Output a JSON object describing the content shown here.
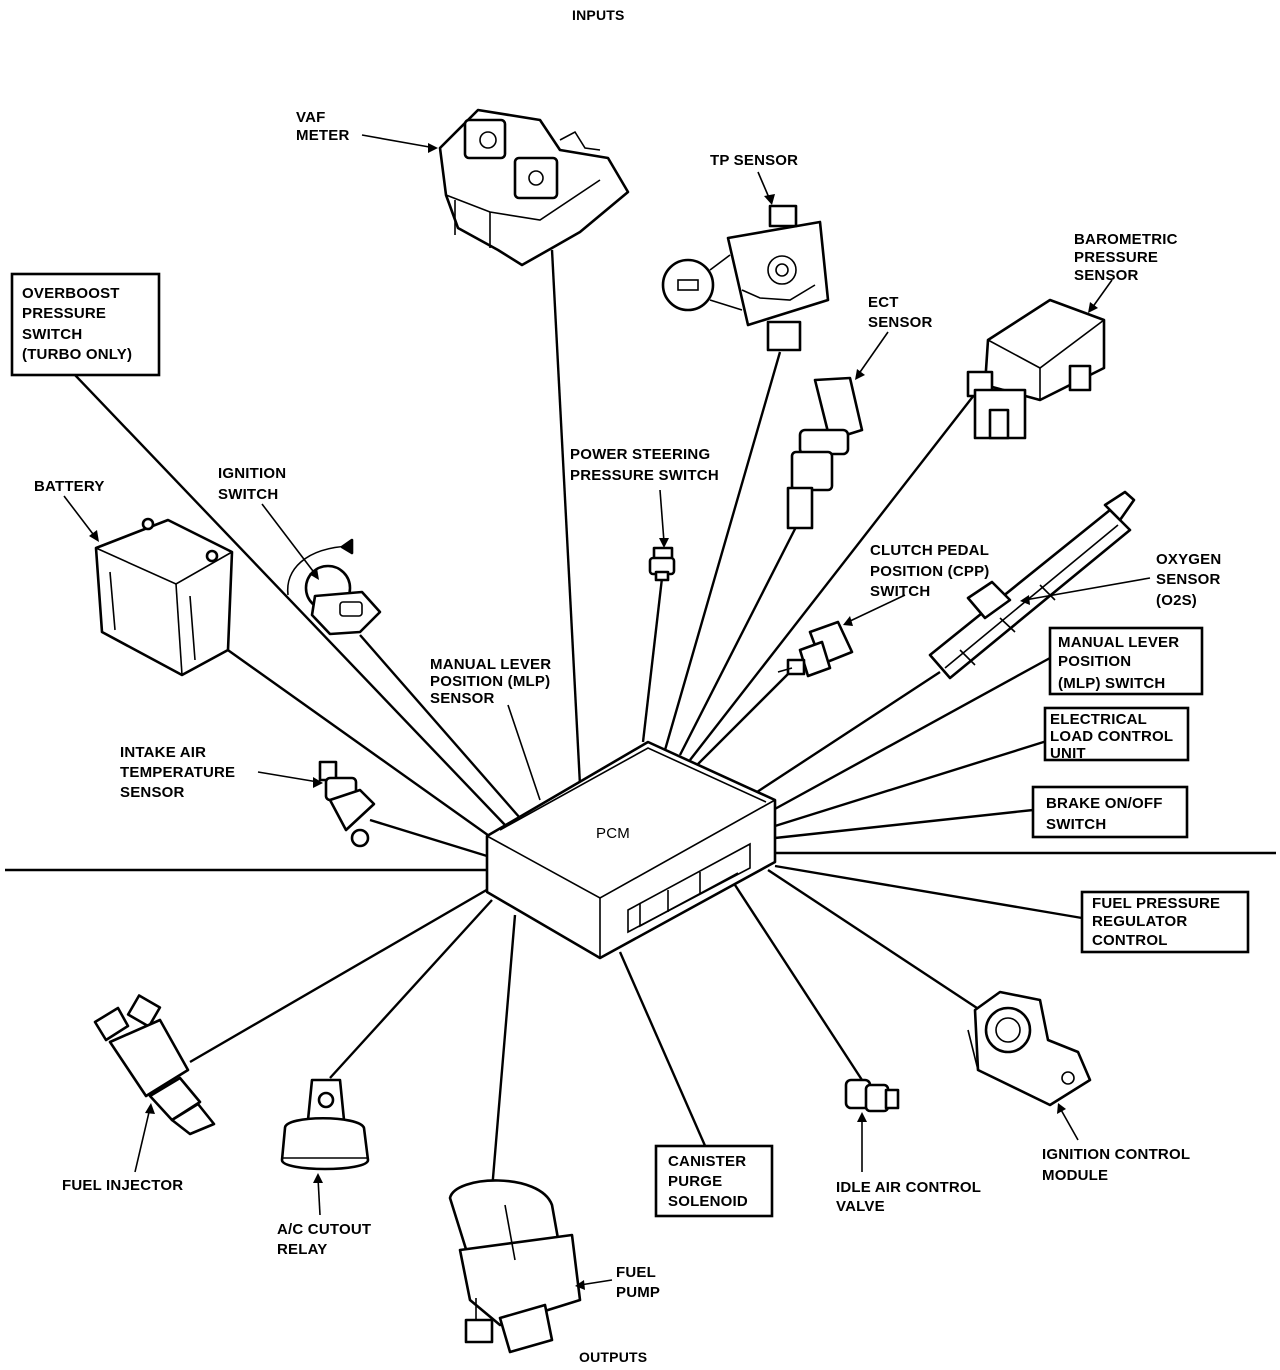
{
  "header": {
    "inputs": "INPUTS",
    "outputs": "OUTPUTS"
  },
  "pcm": {
    "label": "PCM"
  },
  "inputs": {
    "vaf_meter": [
      "VAF",
      "METER"
    ],
    "tp_sensor": [
      "TP SENSOR"
    ],
    "barometric_sensor": [
      "BAROMETRIC",
      "PRESSURE",
      "SENSOR"
    ],
    "ect_sensor": [
      "ECT",
      "SENSOR"
    ],
    "overboost_switch": [
      "OVERBOOST",
      "PRESSURE",
      "SWITCH",
      "(TURBO ONLY)"
    ],
    "battery": [
      "BATTERY"
    ],
    "ignition_switch": [
      "IGNITION",
      "SWITCH"
    ],
    "power_steering_switch": [
      "POWER STEERING",
      "PRESSURE SWITCH"
    ],
    "clutch_pedal_switch": [
      "CLUTCH PEDAL",
      "POSITION (CPP)",
      "SWITCH"
    ],
    "oxygen_sensor": [
      "OXYGEN",
      "SENSOR",
      "(O2S)"
    ],
    "mlp_switch": [
      "MANUAL LEVER",
      "POSITION",
      "(MLP) SWITCH"
    ],
    "mlp_sensor": [
      "MANUAL LEVER",
      "POSITION (MLP)",
      "SENSOR"
    ],
    "electrical_load_unit": [
      "ELECTRICAL",
      "LOAD CONTROL",
      "UNIT"
    ],
    "intake_air_sensor": [
      "INTAKE AIR",
      "TEMPERATURE",
      "SENSOR"
    ],
    "brake_switch": [
      "BRAKE ON/OFF",
      "SWITCH"
    ]
  },
  "outputs": {
    "fuel_pressure_regulator": [
      "FUEL PRESSURE",
      "REGULATOR",
      "CONTROL"
    ],
    "fuel_injector": [
      "FUEL INJECTOR"
    ],
    "ac_cutout_relay": [
      "A/C CUTOUT",
      "RELAY"
    ],
    "fuel_pump": [
      "FUEL",
      "PUMP"
    ],
    "canister_purge": [
      "CANISTER",
      "PURGE",
      "SOLENOID"
    ],
    "idle_air_valve": [
      "IDLE AIR CONTROL",
      "VALVE"
    ],
    "ignition_module": [
      "IGNITION CONTROL",
      "MODULE"
    ]
  }
}
